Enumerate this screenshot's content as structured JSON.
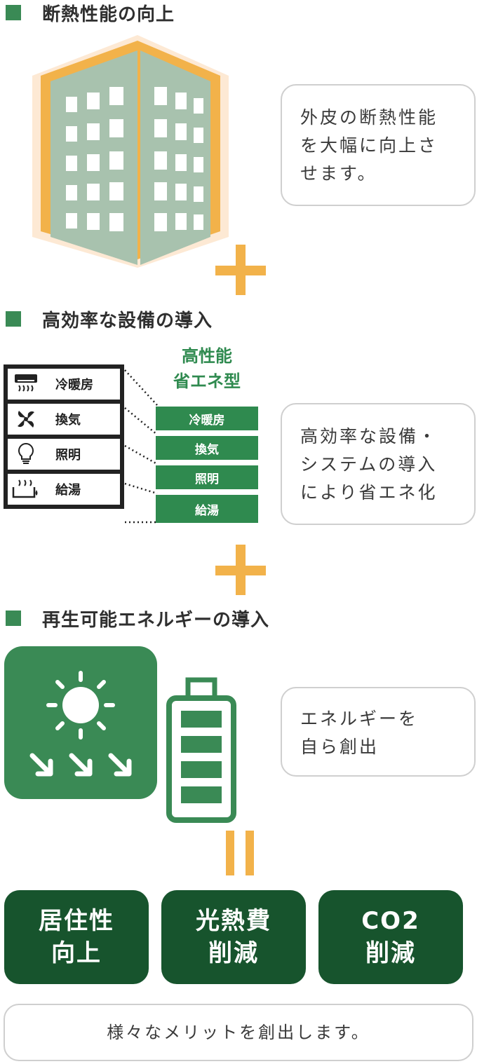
{
  "section1": {
    "heading": "断熱性能の向上",
    "bubble": "外皮の断熱性能\nを大幅に向上さ\nせます。"
  },
  "section2": {
    "heading": "高効率な設備の導入",
    "high_perf_title": "高性能\n省エネ型",
    "equipment": [
      {
        "label": "冷暖房",
        "icon": "air-conditioner-icon"
      },
      {
        "label": "換気",
        "icon": "fan-icon"
      },
      {
        "label": "照明",
        "icon": "light-bulb-icon"
      },
      {
        "label": "給湯",
        "icon": "water-heater-icon"
      }
    ],
    "high_perf_items": [
      "冷暖房",
      "換気",
      "照明",
      "給湯"
    ],
    "bubble": "高効率な設備・\nシステムの導入\nにより省エネ化"
  },
  "section3": {
    "heading": "再生可能エネルギーの導入",
    "bubble": "エネルギーを\n自ら創出",
    "icons": [
      "solar-icon",
      "battery-icon"
    ]
  },
  "merits": [
    {
      "label": "居住性\n向上"
    },
    {
      "label": "光熱費\n削減"
    },
    {
      "label": "CO2\n削減"
    }
  ],
  "summary": "様々なメリットを創出します。",
  "colors": {
    "green": "#2f8a4f",
    "dark_green": "#17542d",
    "orange": "#f2b24a",
    "building": "#a8c2ae"
  }
}
